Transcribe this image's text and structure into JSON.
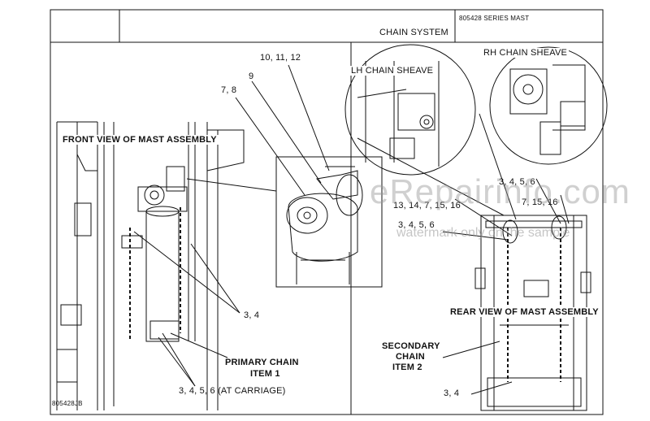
{
  "header": {
    "series": "805428 SERIES MAST",
    "section": "CHAIN SYSTEM"
  },
  "labels": {
    "front_view": "FRONT VIEW OF MAST ASSEMBLY",
    "rear_view": "REAR VIEW OF MAST ASSEMBLY",
    "lh_sheave": "LH CHAIN SHEAVE",
    "rh_sheave": "RH CHAIN SHEAVE",
    "primary_chain_1": "PRIMARY CHAIN",
    "primary_chain_2": "ITEM 1",
    "secondary_chain_1": "SECONDARY",
    "secondary_chain_2": "CHAIN",
    "secondary_chain_3": "ITEM 2",
    "callout_10_11_12": "10, 11, 12",
    "callout_9": "9",
    "callout_7_8": "7, 8",
    "callout_3_4_a": "3, 4",
    "callout_3_4_b": "3, 4",
    "callout_3456_carriage": "3, 4, 5, 6 (AT CARRIAGE)",
    "callout_13_14_7_15_16": "13, 14, 7, 15, 16",
    "callout_3456_a": "3, 4, 5, 6",
    "callout_3456_b": "3, 4, 5, 6",
    "callout_7_15_16": "7, 15, 16",
    "figure_id": "805428JB"
  },
  "watermark": {
    "site": "eRepairinfo.com",
    "note": "watermark only on the sample"
  }
}
